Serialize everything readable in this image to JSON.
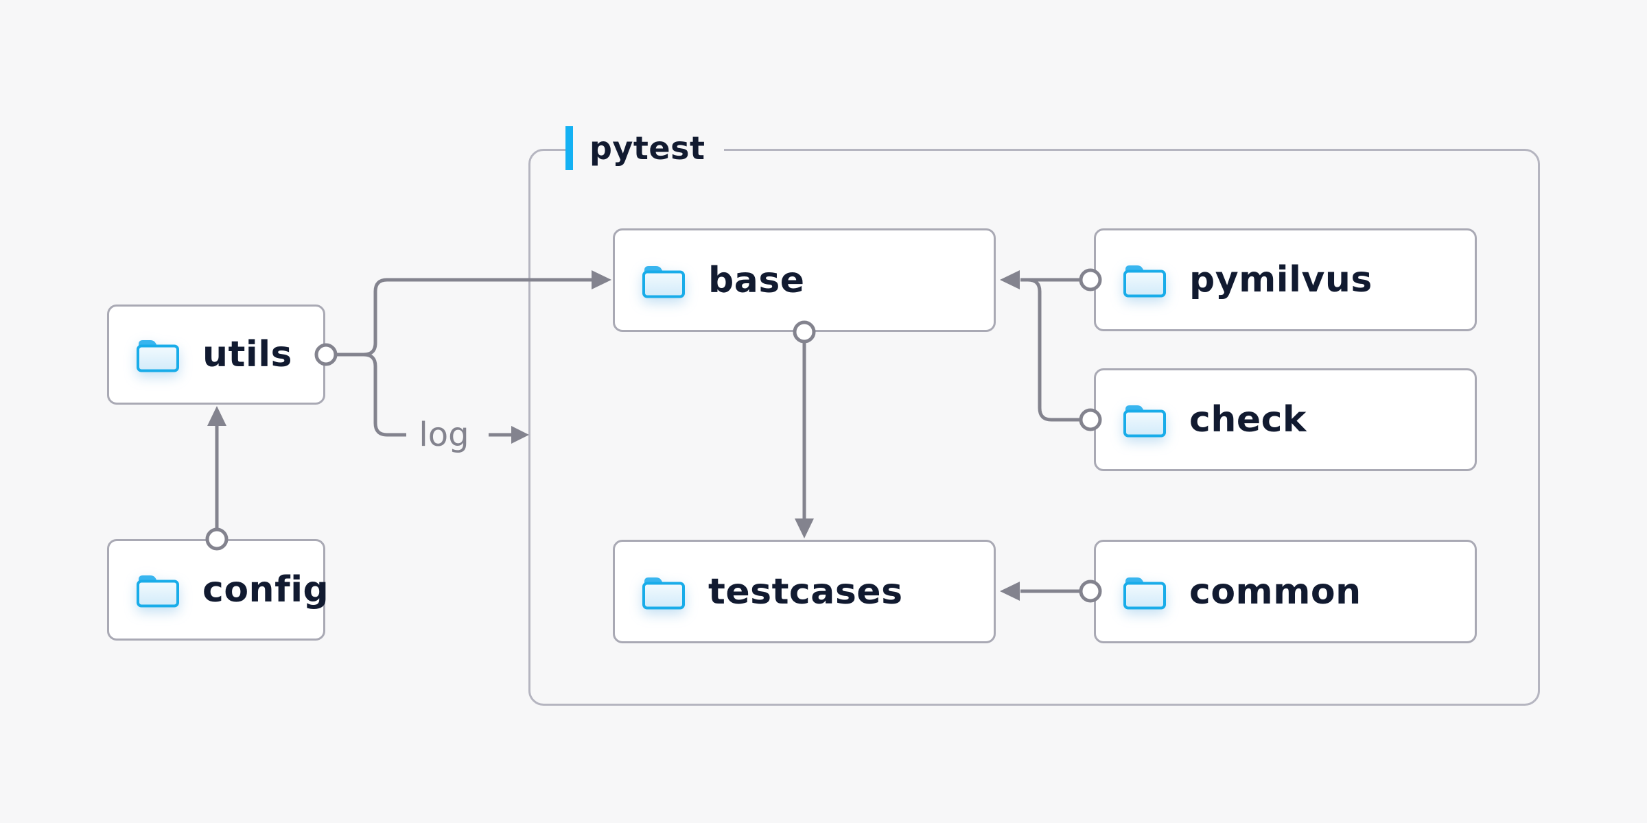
{
  "diagram": {
    "background": "#f7f7f8",
    "group": {
      "label": "pytest"
    },
    "nodes": {
      "utils": {
        "label": "utils"
      },
      "config": {
        "label": "config"
      },
      "base": {
        "label": "base"
      },
      "pymilvus": {
        "label": "pymilvus"
      },
      "check": {
        "label": "check"
      },
      "testcases": {
        "label": "testcases"
      },
      "common": {
        "label": "common"
      }
    },
    "edges": [
      {
        "from": "config",
        "to": "utils"
      },
      {
        "from": "utils",
        "to": "base"
      },
      {
        "from": "utils",
        "to": "pytest-group",
        "label": "log"
      },
      {
        "from": "pymilvus",
        "to": "base"
      },
      {
        "from": "check",
        "to": "base"
      },
      {
        "from": "base",
        "to": "testcases"
      },
      {
        "from": "common",
        "to": "testcases"
      }
    ],
    "colors": {
      "accent_blue": "#14b1f3",
      "folder_outline_blue": "#18ace9",
      "folder_tab_blue": "#38b5ef",
      "connector_gray": "#83838e",
      "node_border": "#a9a9b4",
      "group_border": "#b5b5c0",
      "text_navy": "#111a30",
      "node_fill": "#ffffff"
    }
  }
}
